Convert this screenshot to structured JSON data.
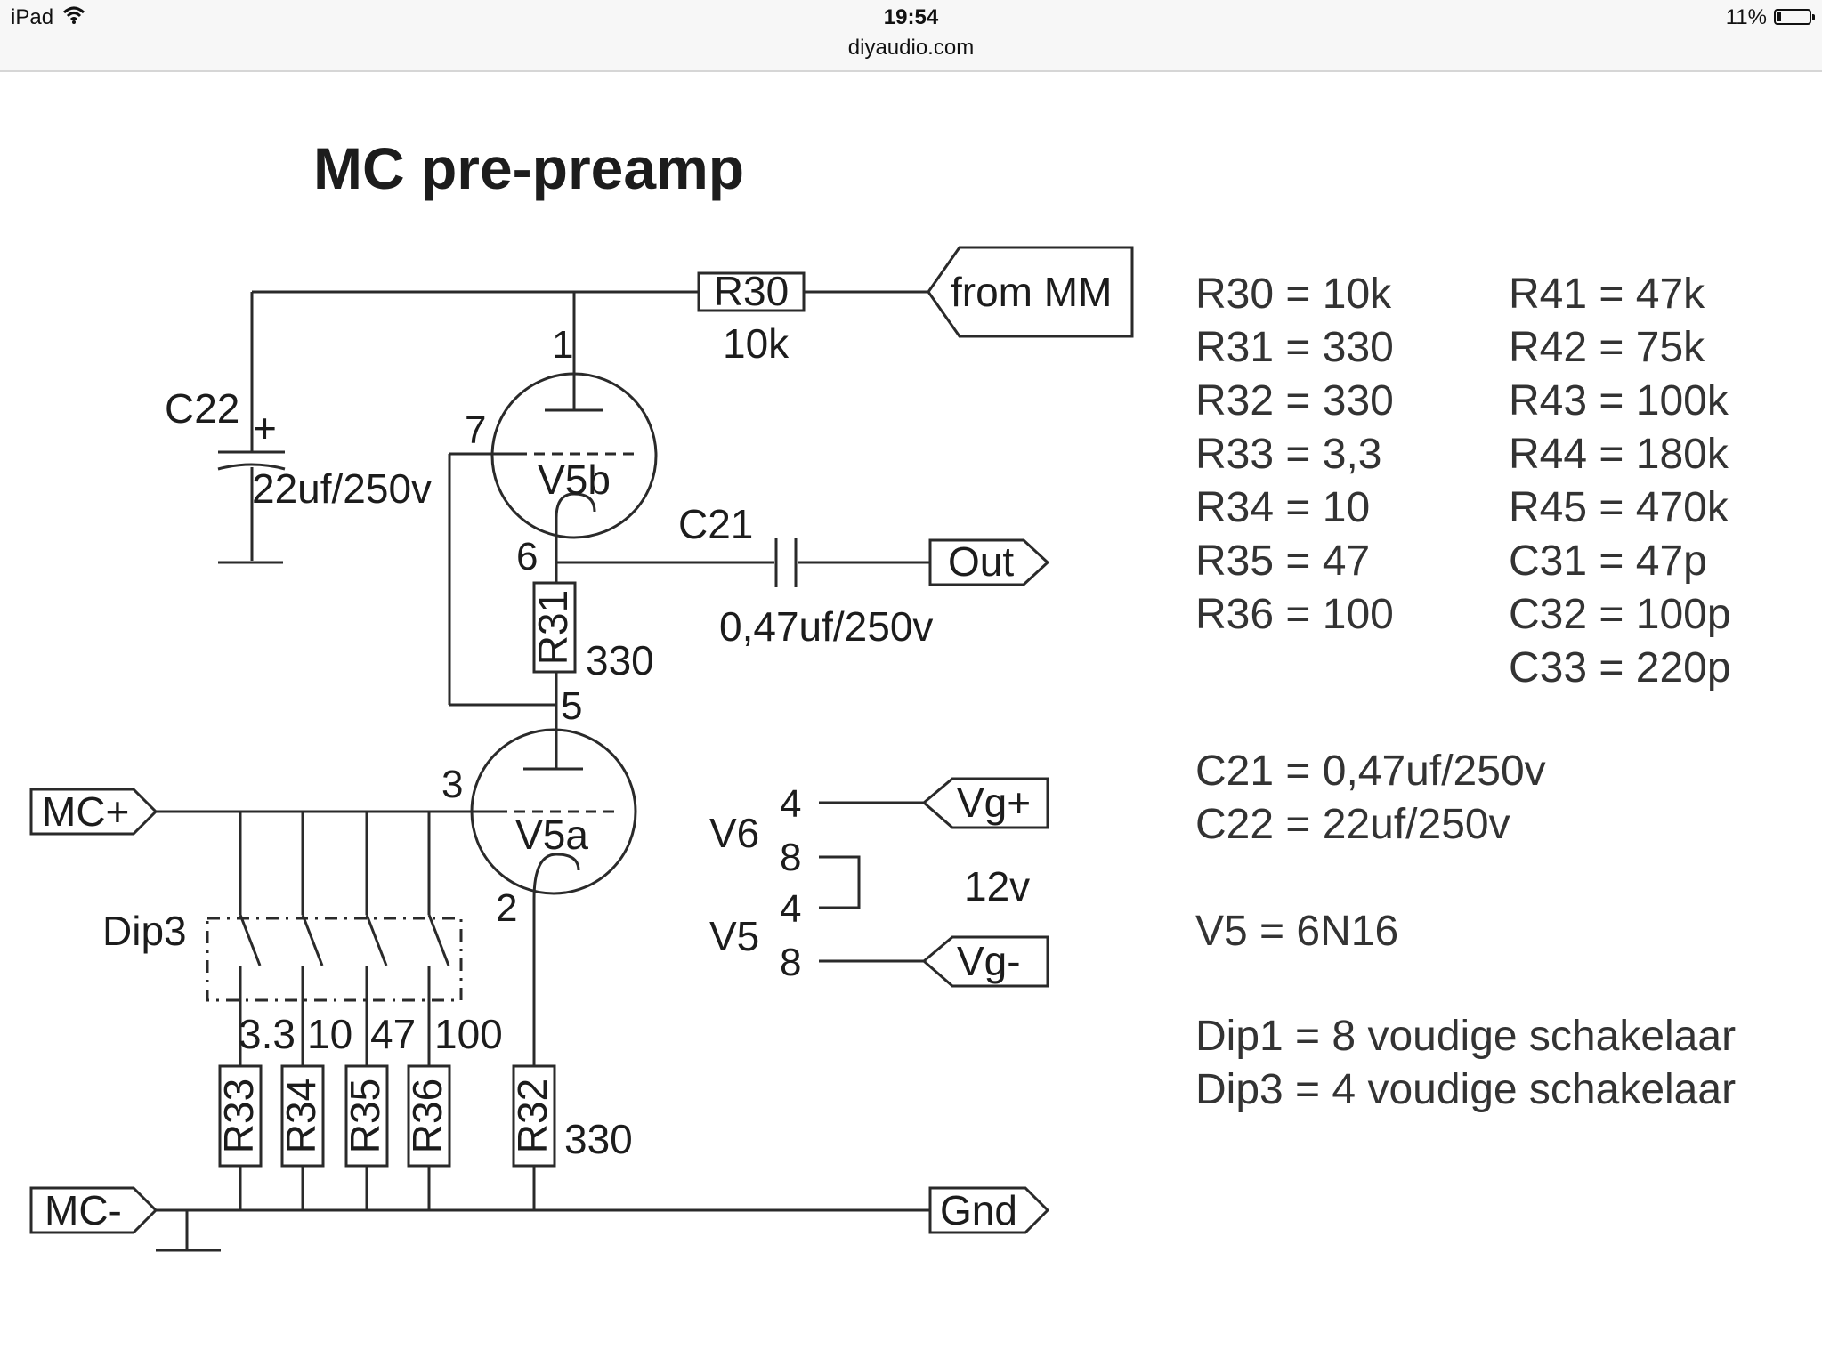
{
  "status_bar": {
    "device": "iPad",
    "time": "19:54",
    "url": "diyaudio.com",
    "battery_percent": "11%",
    "battery_level": 0.11,
    "wifi_icon": "wifi-icon",
    "battery_icon": "battery-icon"
  },
  "diagram": {
    "title": "MC pre-preamp",
    "ports": {
      "from_mm": "from MM",
      "out": "Out",
      "mc_plus": "MC+",
      "mc_minus": "MC-",
      "gnd": "Gnd",
      "vg_plus": "Vg+",
      "vg_minus": "Vg-"
    },
    "tubes": {
      "v5b": "V5b",
      "v5a": "V5a",
      "v6": "V6",
      "v5": "V5"
    },
    "pins": {
      "p1": "1",
      "p7": "7",
      "p6": "6",
      "p5": "5",
      "p3": "3",
      "p2": "2",
      "v6_a": "4",
      "v6_b": "8",
      "v5_a": "4",
      "v5_b": "8"
    },
    "components": {
      "r30": "R30",
      "r30_value": "10k",
      "r31": "R31",
      "r31_value": "330",
      "r32": "R32",
      "r32_value": "330",
      "r33": "R33",
      "r34": "R34",
      "r35": "R35",
      "r36": "R36",
      "r33_value": "3.3",
      "r34_value": "10",
      "r35_value": "47",
      "r36_value": "100",
      "c21": "C21",
      "c21_value": "0,47uf/250v",
      "c22": "C22",
      "c22_value": "22uf/250v",
      "c22_polarity": "+",
      "dip3": "Dip3",
      "heater_voltage": "12v"
    },
    "value_list_left": [
      "R30 = 10k",
      "R31 = 330",
      "R32 = 330",
      "R33 = 3,3",
      "R34 = 10",
      "R35 = 47",
      "R36 = 100"
    ],
    "value_list_right": [
      "R41 = 47k",
      "R42 = 75k",
      "R43 = 100k",
      "R44 = 180k",
      "R45 = 470k",
      "C31 = 47p",
      "C32 = 100p",
      "C33 = 220p"
    ],
    "cap_list": [
      "C21 = 0,47uf/250v",
      "C22 = 22uf/250v"
    ],
    "tube_type": "V5 = 6N16",
    "dip_list": [
      "Dip1 = 8 voudige schakelaar",
      "Dip3 = 4 voudige schakelaar"
    ]
  }
}
